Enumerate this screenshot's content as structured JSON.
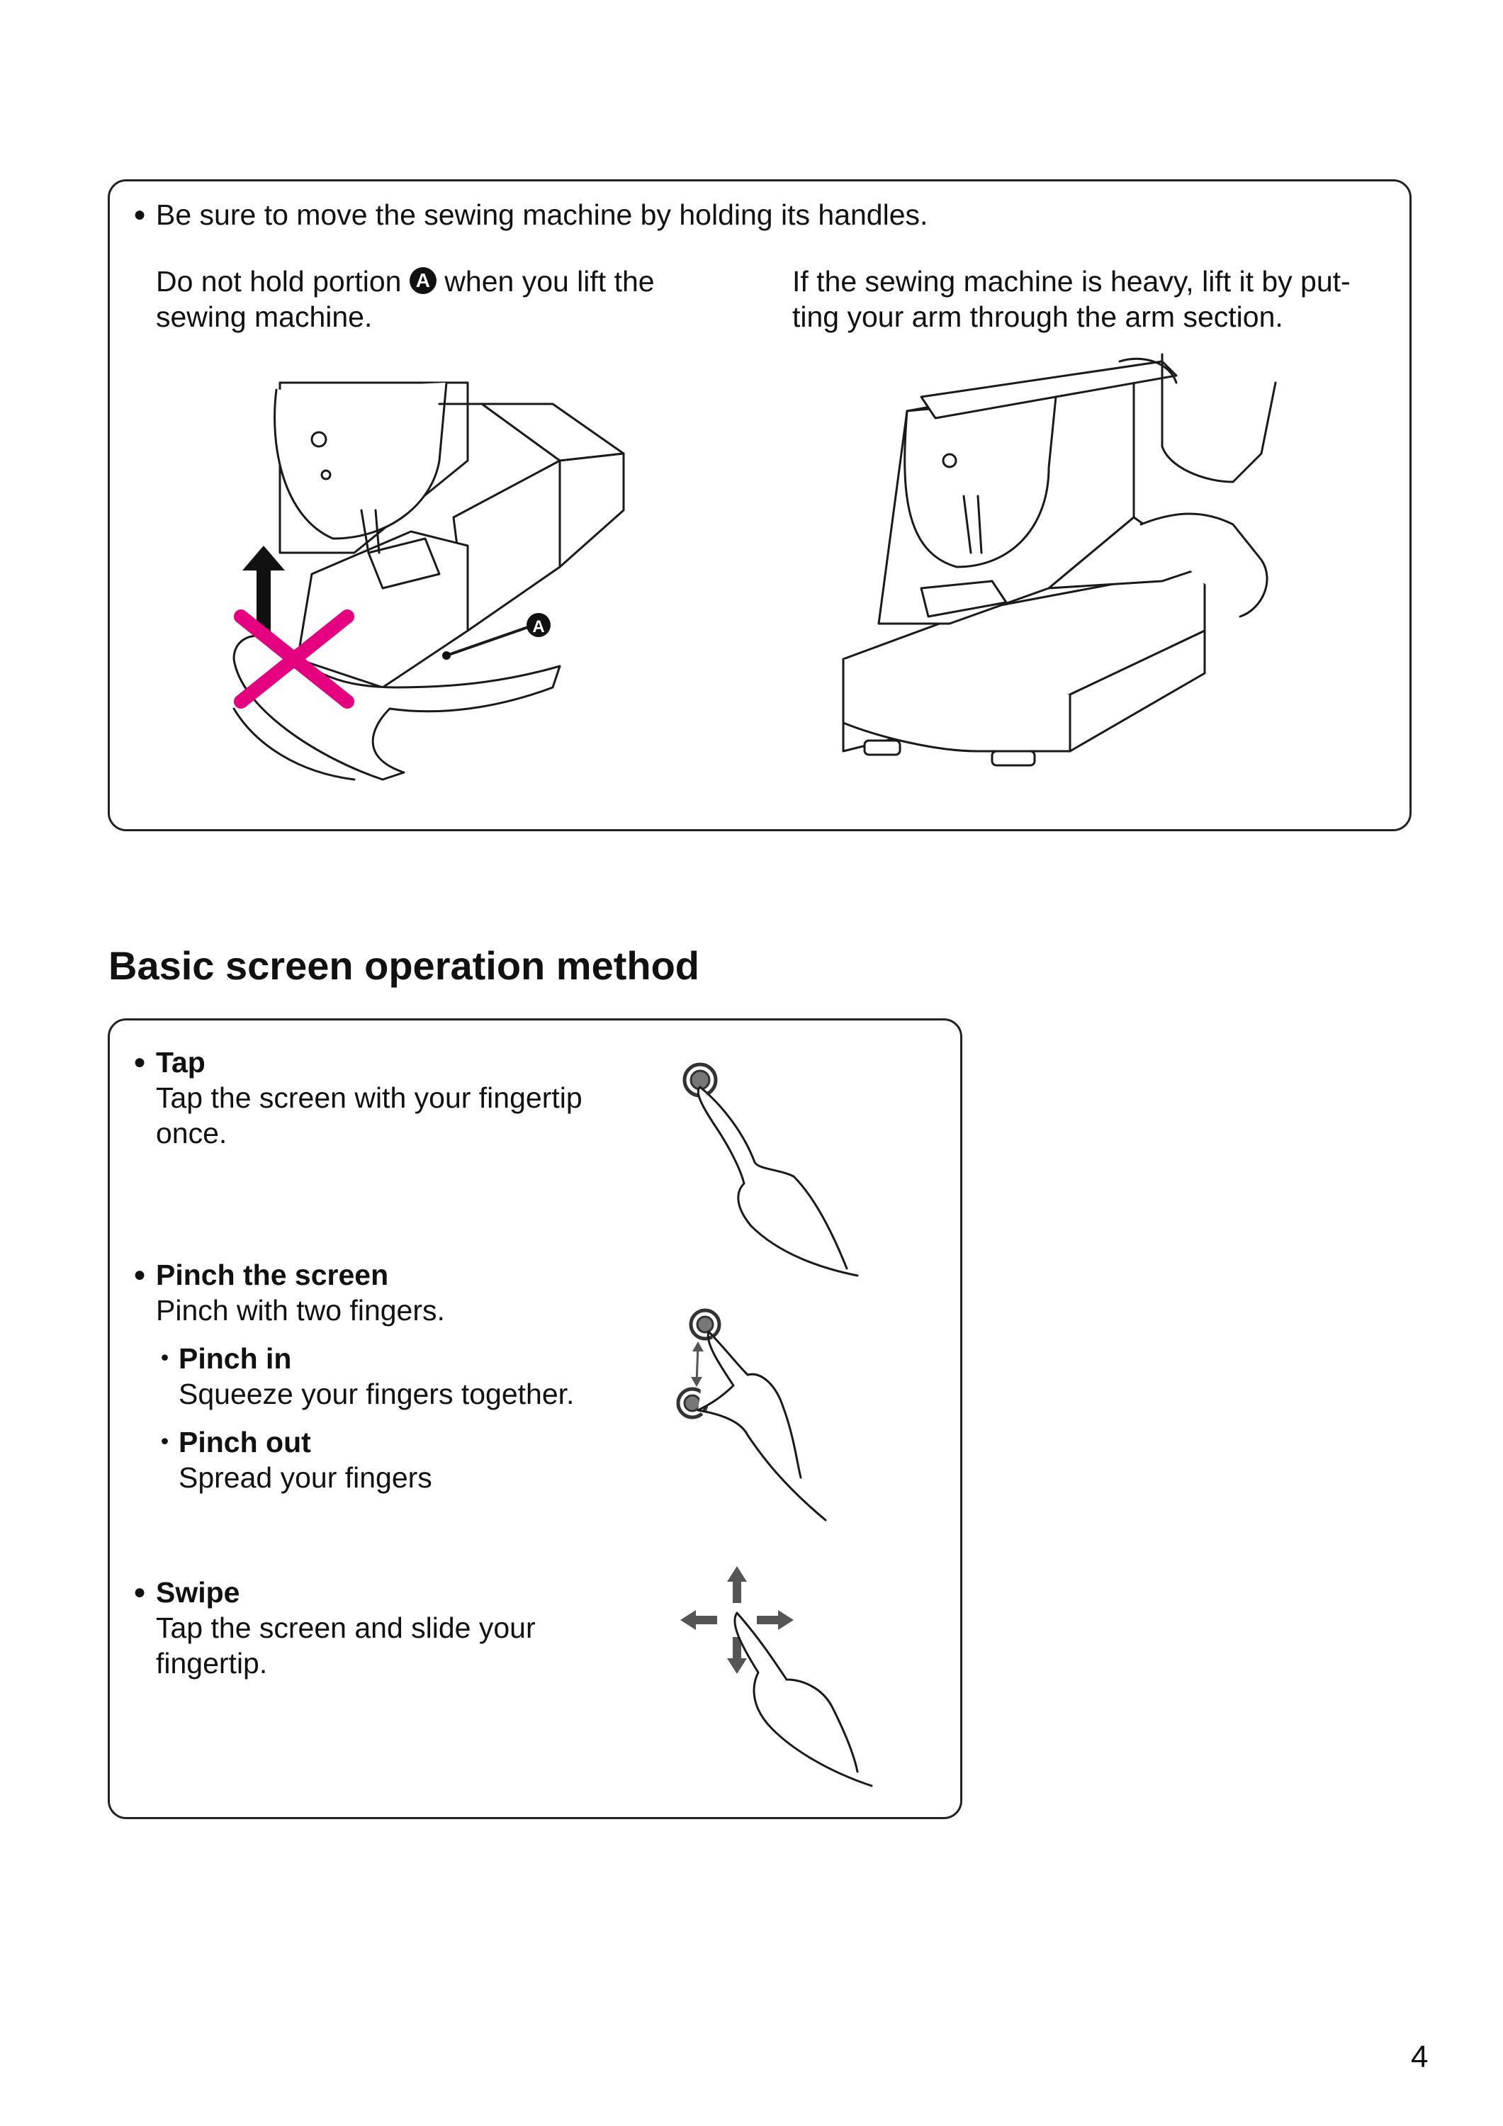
{
  "caution": {
    "handles_note": "Be sure to move the sewing machine by holding its handles.",
    "left_line1_pre": "Do not hold portion",
    "left_line1_post": "when you lift the",
    "left_line2": "sewing machine.",
    "marker_label": "A",
    "right_line1": "If the sewing machine is heavy, lift it by put-",
    "right_line2": "ting your arm through the arm section."
  },
  "section_title": "Basic screen operation method",
  "operations": {
    "tap": {
      "title": "Tap",
      "desc_line1": "Tap the screen with your fingertip",
      "desc_line2": "once."
    },
    "pinch": {
      "title": "Pinch the screen",
      "desc": "Pinch with two fingers.",
      "pinch_in_title": "Pinch in",
      "pinch_in_desc": "Squeeze your fingers together.",
      "pinch_out_title": "Pinch out",
      "pinch_out_desc": "Spread your fingers"
    },
    "swipe": {
      "title": "Swipe",
      "desc_line1": "Tap the screen and slide your",
      "desc_line2": "fingertip."
    }
  },
  "bullet_symbol": "●",
  "sub_bullet_symbol": "・",
  "page_number": "4",
  "colors": {
    "prohibit_mark": "#e4007f",
    "border": "#222222"
  }
}
